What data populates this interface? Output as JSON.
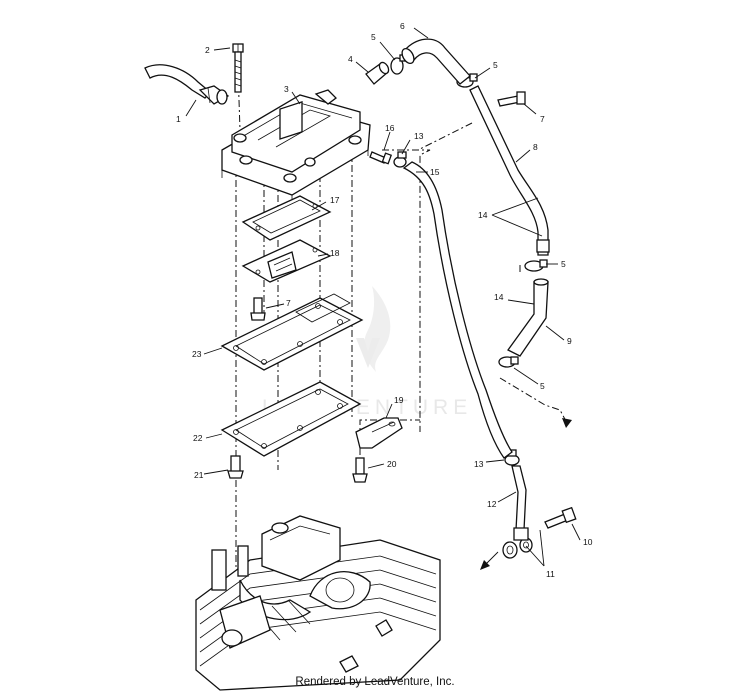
{
  "watermark": {
    "text": "LEADVENTURE"
  },
  "credit": "Rendered by LeadVenture, Inc.",
  "callouts": [
    "1",
    "2",
    "3",
    "4",
    "5",
    "5",
    "5",
    "5",
    "6",
    "7",
    "7",
    "8",
    "9",
    "10",
    "11",
    "12",
    "13",
    "13",
    "14",
    "14",
    "15",
    "16",
    "17",
    "18",
    "19",
    "20",
    "21",
    "22",
    "23"
  ]
}
